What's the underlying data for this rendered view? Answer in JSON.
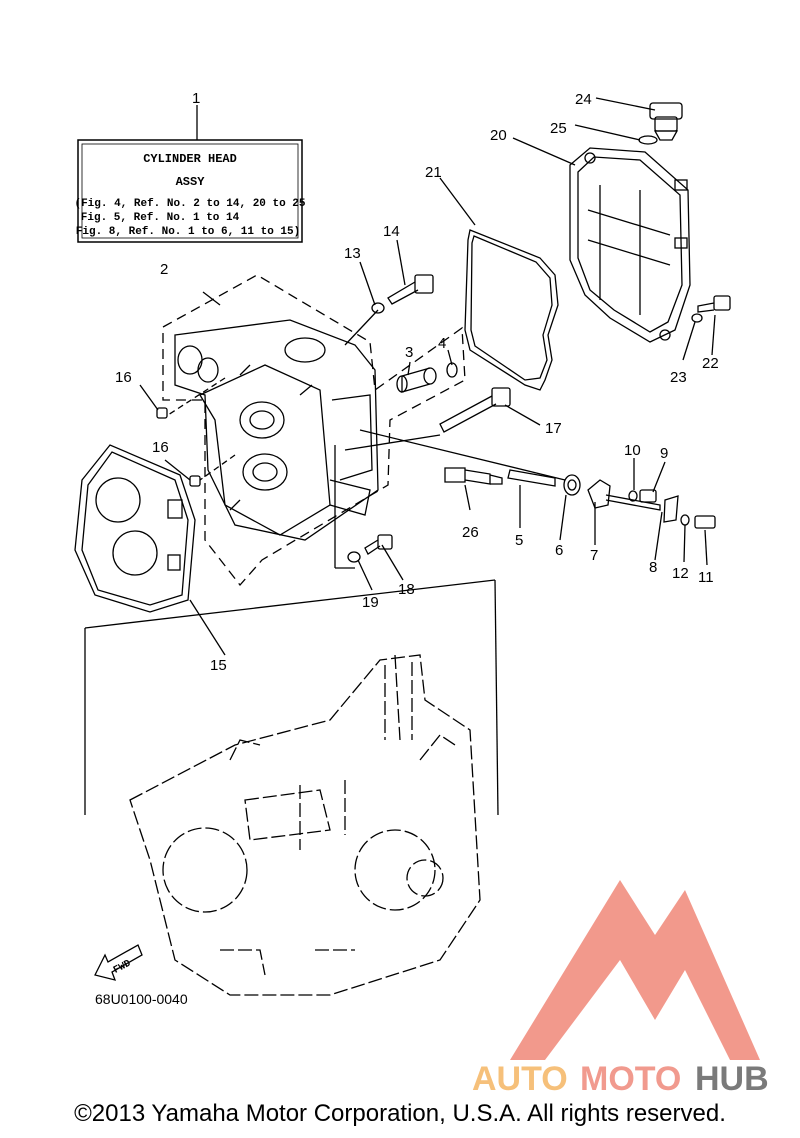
{
  "title_box": {
    "line1": "CYLINDER HEAD",
    "line2": "ASSY",
    "line3": "(Fig. 4, Ref. No. 2 to 14, 20 to 25",
    "line4": "Fig. 5, Ref. No. 1 to 14",
    "line5": "Fig. 8, Ref. No. 1 to 6, 11 to 15)"
  },
  "callouts": [
    "1",
    "2",
    "3",
    "4",
    "5",
    "6",
    "7",
    "8",
    "9",
    "10",
    "11",
    "12",
    "13",
    "14",
    "15",
    "16",
    "16",
    "17",
    "18",
    "19",
    "20",
    "21",
    "22",
    "23",
    "24",
    "25",
    "26"
  ],
  "fwd_label": "FWD",
  "diagram_code": "68U0100-0040",
  "watermark": {
    "part1": "AUTO",
    "part2": "MOTO",
    "part3": "HUB",
    "color1": "#f6c07a",
    "color2": "#f19a8e",
    "color3": "#7a7a7a",
    "logo_color": "#f08878"
  },
  "copyright": "©2013 Yamaha Motor Corporation, U.S.A. All rights reserved."
}
